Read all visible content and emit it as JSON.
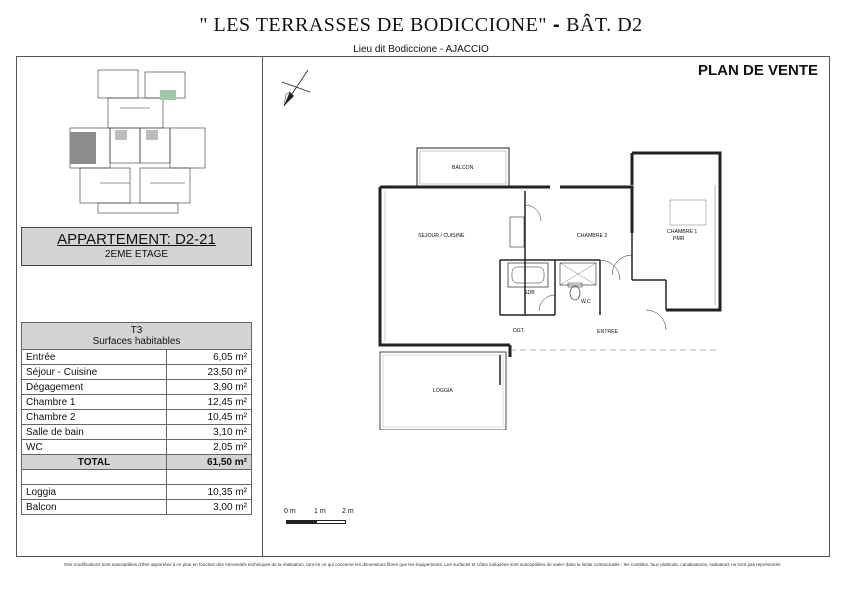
{
  "header": {
    "project_title": "\" LES TERRASSES DE BODICCIONE\"",
    "separator": "-",
    "building": "BÂT. D2",
    "location": "Lieu dit Bodiccione - AJACCIO",
    "plan_label": "PLAN DE VENTE"
  },
  "apartment": {
    "name": "APPARTEMENT: D2-21",
    "floor": "2EME ETAGE"
  },
  "surfaces": {
    "type": "T3",
    "heading": "Surfaces habitables",
    "rows": [
      {
        "label": "Entrée",
        "value": "6,05 m²"
      },
      {
        "label": "Séjour - Cuisine",
        "value": "23,50 m²"
      },
      {
        "label": "Dégagement",
        "value": "3,90 m²"
      },
      {
        "label": "Chambre 1",
        "value": "12,45 m²"
      },
      {
        "label": "Chambre 2",
        "value": "10,45 m²"
      },
      {
        "label": "Salle de bain",
        "value": "3,10 m²"
      },
      {
        "label": "WC",
        "value": "2,05 m²"
      }
    ],
    "total_label": "TOTAL",
    "total_value": "61,50 m²",
    "extras": [
      {
        "label": "Loggia",
        "value": "10,35 m²"
      },
      {
        "label": "Balcon",
        "value": "3,00 m²"
      }
    ]
  },
  "plan": {
    "rooms": {
      "balcon": "BALCON",
      "sejour": "SEJOUR / CUISINE",
      "chambre2": "CHAMBRE 2",
      "chambre1": "CHAMBRE 1",
      "pmr": "PMR",
      "sdb": "SDB",
      "wc": "W.C",
      "dgt": "DGT.",
      "entree": "ENTREE",
      "loggia": "LOGGIA"
    },
    "scale": {
      "zero": "0 m",
      "one": "1 m",
      "two": "2 m"
    }
  },
  "footer": {
    "disclaimer": "Des modifications sont susceptibles d'être apportées à ce plan en fonction des nécessités techniques de la réalisation, tant en ce qui concerne les dimensions fibres que les équipements. Les surfaces et côtes indiquées sont susceptibles de varier dans la limite contractuelle ; les combles, faux plafonds, canalisations, radiateurs ne sont pas représentés."
  },
  "colors": {
    "header_fill": "#d4d4d4",
    "line": "#555555"
  }
}
